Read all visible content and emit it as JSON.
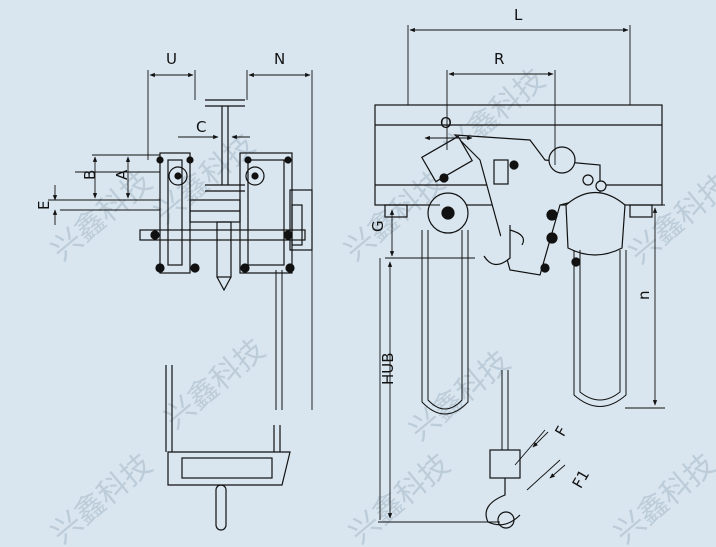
{
  "background": "#d9e6ef",
  "line_color": "#111111",
  "watermark_color": "#b9c9d6",
  "watermark_text": "兴鑫科技",
  "labels": {
    "L": "L",
    "R": "R",
    "O": "O",
    "U": "U",
    "N": "N",
    "C": "C",
    "A": "A",
    "B": "B",
    "E": "E",
    "G": "G",
    "n": "n",
    "HUB": "HUB",
    "F": "F",
    "F1": "F1"
  }
}
